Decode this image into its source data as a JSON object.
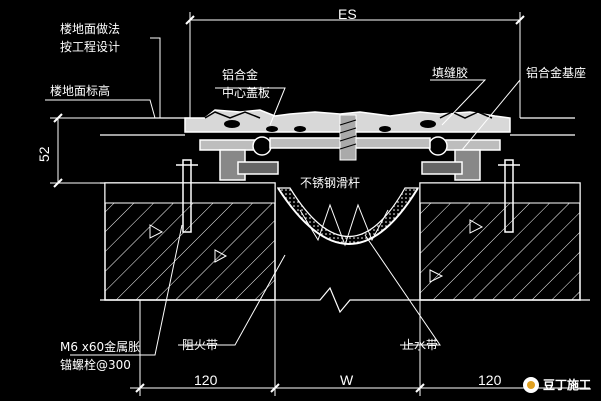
{
  "labels": {
    "floor_finish_1": "楼地面做法",
    "floor_finish_2": "按工程设计",
    "floor_elevation": "楼地面标高",
    "al_alloy": "铝合金",
    "center_cover": "中心盖板",
    "filler": "填缝胶",
    "al_base": "铝合金基座",
    "sliding_rod": "不锈钢滑杆",
    "anchor_1": "M6 x60金属胀",
    "anchor_2": "锚螺栓@300",
    "fire_belt": "阻火带",
    "water_stop": "止水带"
  },
  "dimensions": {
    "es": "ES",
    "height": "52",
    "left_width": "120",
    "gap_width": "W",
    "right_width": "120"
  },
  "watermark": {
    "text": "豆丁施工",
    "icon": "brand-logo-icon"
  },
  "colors": {
    "background": "#000000",
    "line": "#ffffff",
    "gray": "#9a9a9a"
  }
}
